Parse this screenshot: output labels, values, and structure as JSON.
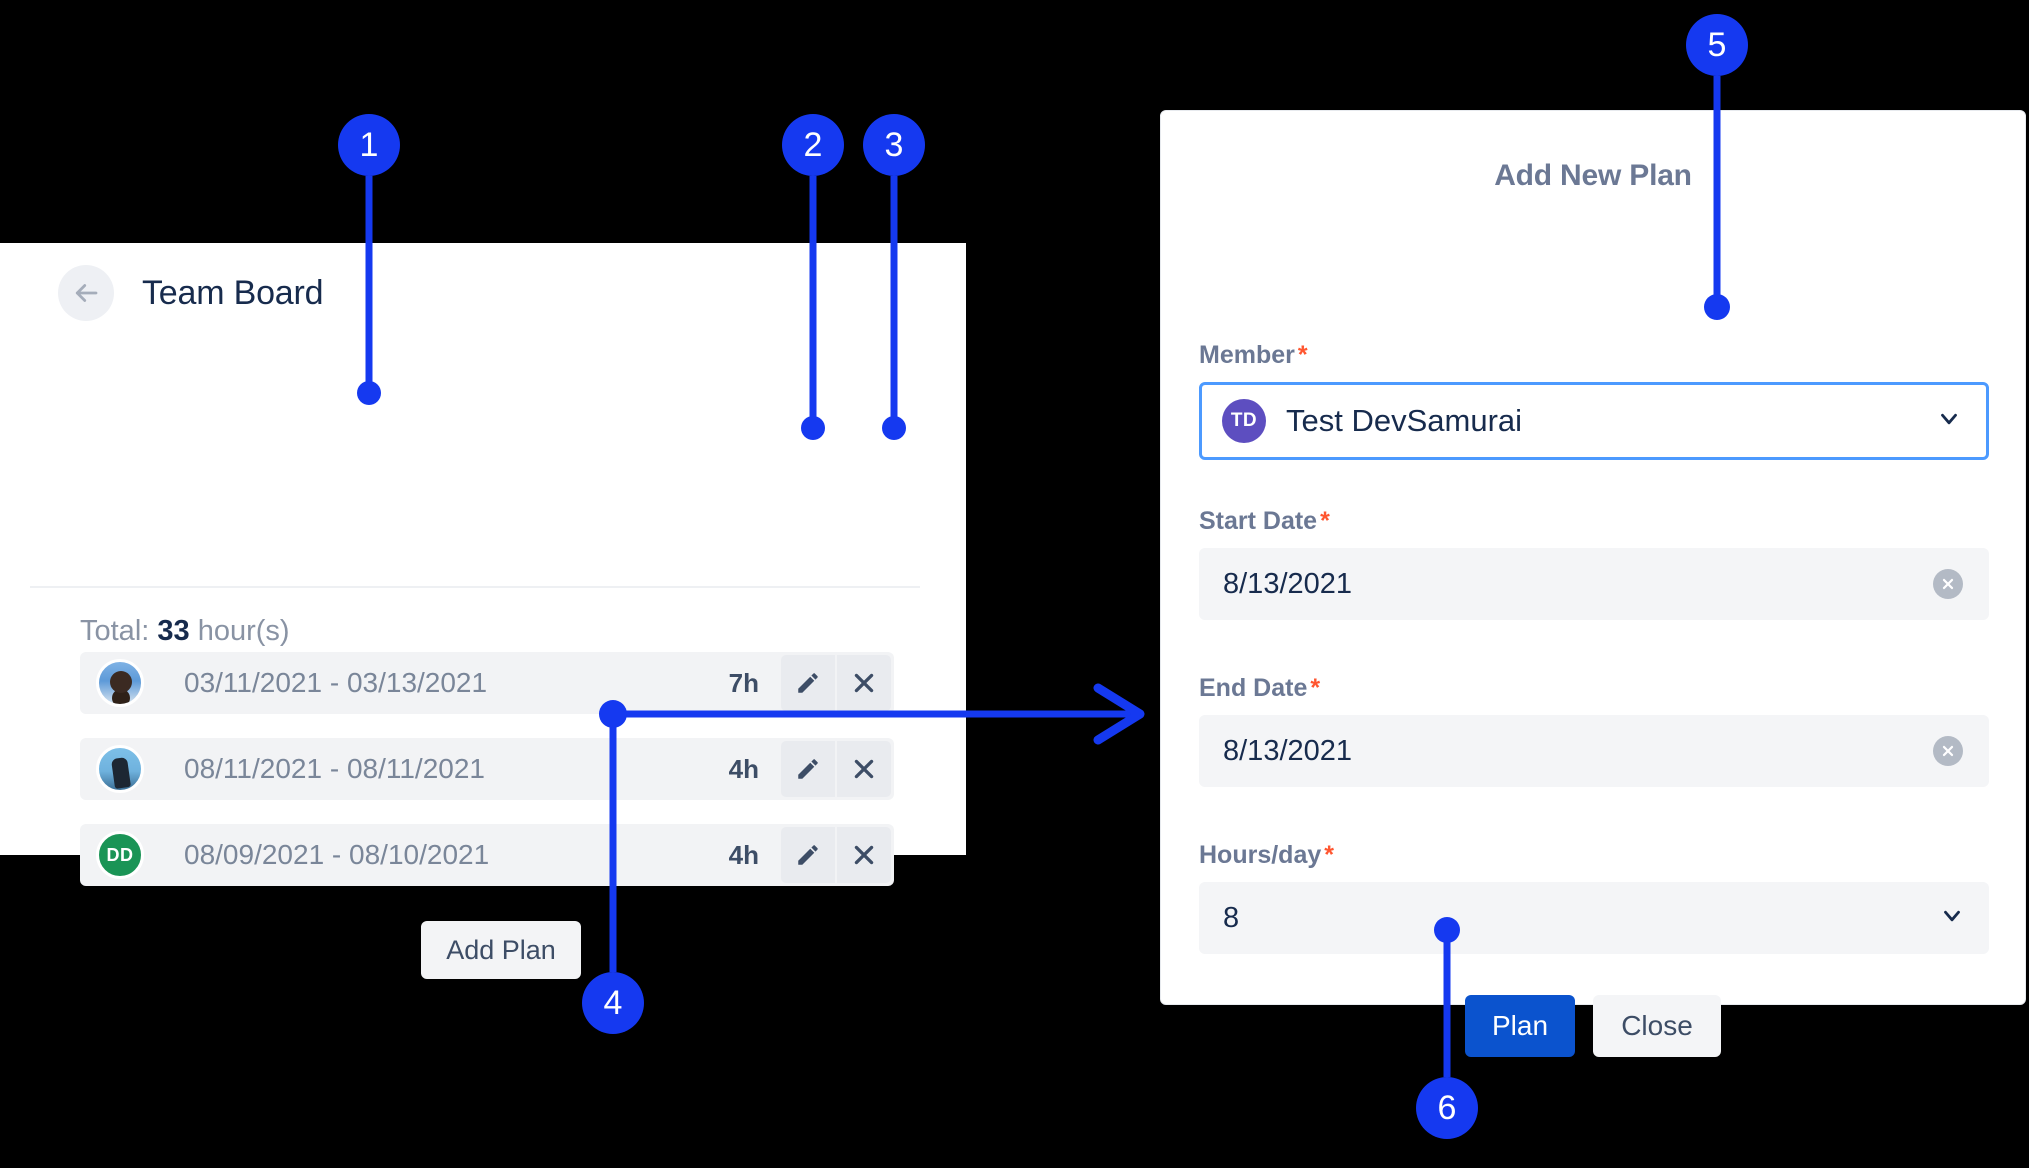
{
  "colors": {
    "callout_blue": "#1539f0",
    "primary_blue": "#0b53ce",
    "focus_blue": "#4c9aff",
    "required_red": "#ff5630",
    "label_gray": "#6b7894",
    "text_dark": "#172b4d",
    "muted_text": "#7a8699",
    "row_bg": "#f2f3f5",
    "avatar_purple": "#5d4ec0",
    "avatar_green": "#1a9456"
  },
  "board": {
    "back_icon": "arrow-left-icon",
    "title": "Team Board",
    "total": {
      "prefix": "Total:",
      "value": "33",
      "suffix": "hour(s)"
    },
    "rows": [
      {
        "avatar_type": "photo",
        "avatar_initials": "",
        "dates": "03/11/2021 - 03/13/2021",
        "hours": "7h",
        "edit_icon": "pencil-icon",
        "delete_icon": "close-x-icon"
      },
      {
        "avatar_type": "photo",
        "avatar_initials": "",
        "dates": "08/11/2021 - 08/11/2021",
        "hours": "4h",
        "edit_icon": "pencil-icon",
        "delete_icon": "close-x-icon"
      },
      {
        "avatar_type": "initials",
        "avatar_initials": "DD",
        "dates": "08/09/2021 - 08/10/2021",
        "hours": "4h",
        "edit_icon": "pencil-icon",
        "delete_icon": "close-x-icon"
      }
    ],
    "add_plan_label": "Add Plan"
  },
  "dialog": {
    "title": "Add New Plan",
    "required_mark": "*",
    "fields": {
      "member": {
        "label": "Member",
        "avatar_initials": "TD",
        "value": "Test DevSamurai",
        "chevron_icon": "chevron-down-icon",
        "focused": true
      },
      "start_date": {
        "label": "Start Date",
        "value": "8/13/2021",
        "clear_icon": "clear-circle-x-icon"
      },
      "end_date": {
        "label": "End Date",
        "value": "8/13/2021",
        "clear_icon": "clear-circle-x-icon"
      },
      "hours_per_day": {
        "label": "Hours/day",
        "value": "8",
        "chevron_icon": "chevron-down-icon"
      }
    },
    "actions": {
      "submit_label": "Plan",
      "close_label": "Close"
    }
  },
  "callouts": [
    {
      "number": "1"
    },
    {
      "number": "2"
    },
    {
      "number": "3"
    },
    {
      "number": "4"
    },
    {
      "number": "5"
    },
    {
      "number": "6"
    }
  ]
}
